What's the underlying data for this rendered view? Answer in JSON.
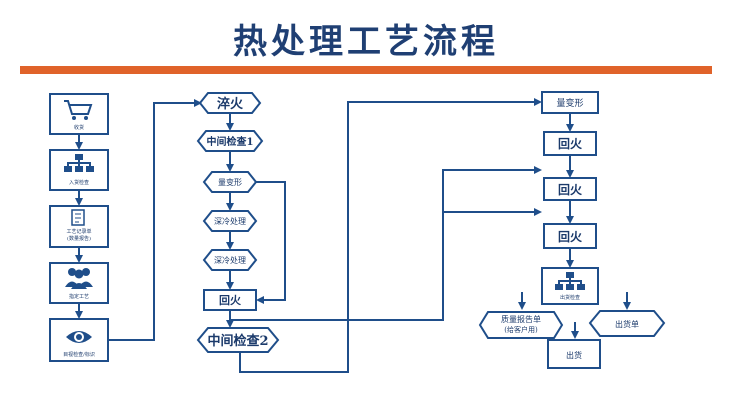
{
  "title": "热处理工艺流程",
  "colors": {
    "accent": "#e0632a",
    "primary": "#1f4e8a"
  },
  "left_column": [
    {
      "icon": "cart-icon",
      "label": "收货"
    },
    {
      "icon": "org-chart-icon",
      "label": "入货检查"
    },
    {
      "icon": "document-icon",
      "label": "工艺记录单",
      "sub": "(数量报告)"
    },
    {
      "icon": "people-icon",
      "label": "指定工艺"
    },
    {
      "icon": "eye-icon",
      "label": "目视检查/标识"
    }
  ],
  "middle_column": [
    "淬火",
    "中间检查1",
    "量变形",
    "深冷处理",
    "深冷处理",
    "回火",
    "中间检查2"
  ],
  "right_column": {
    "steps": [
      "量变形",
      "回火",
      "回火",
      "回火"
    ],
    "final_inspection": "出货检查",
    "outputs": {
      "quality_report": "质量报告单",
      "quality_report_sub": "(给客户用)",
      "delivery_note": "出货单",
      "ship": "出货"
    }
  }
}
